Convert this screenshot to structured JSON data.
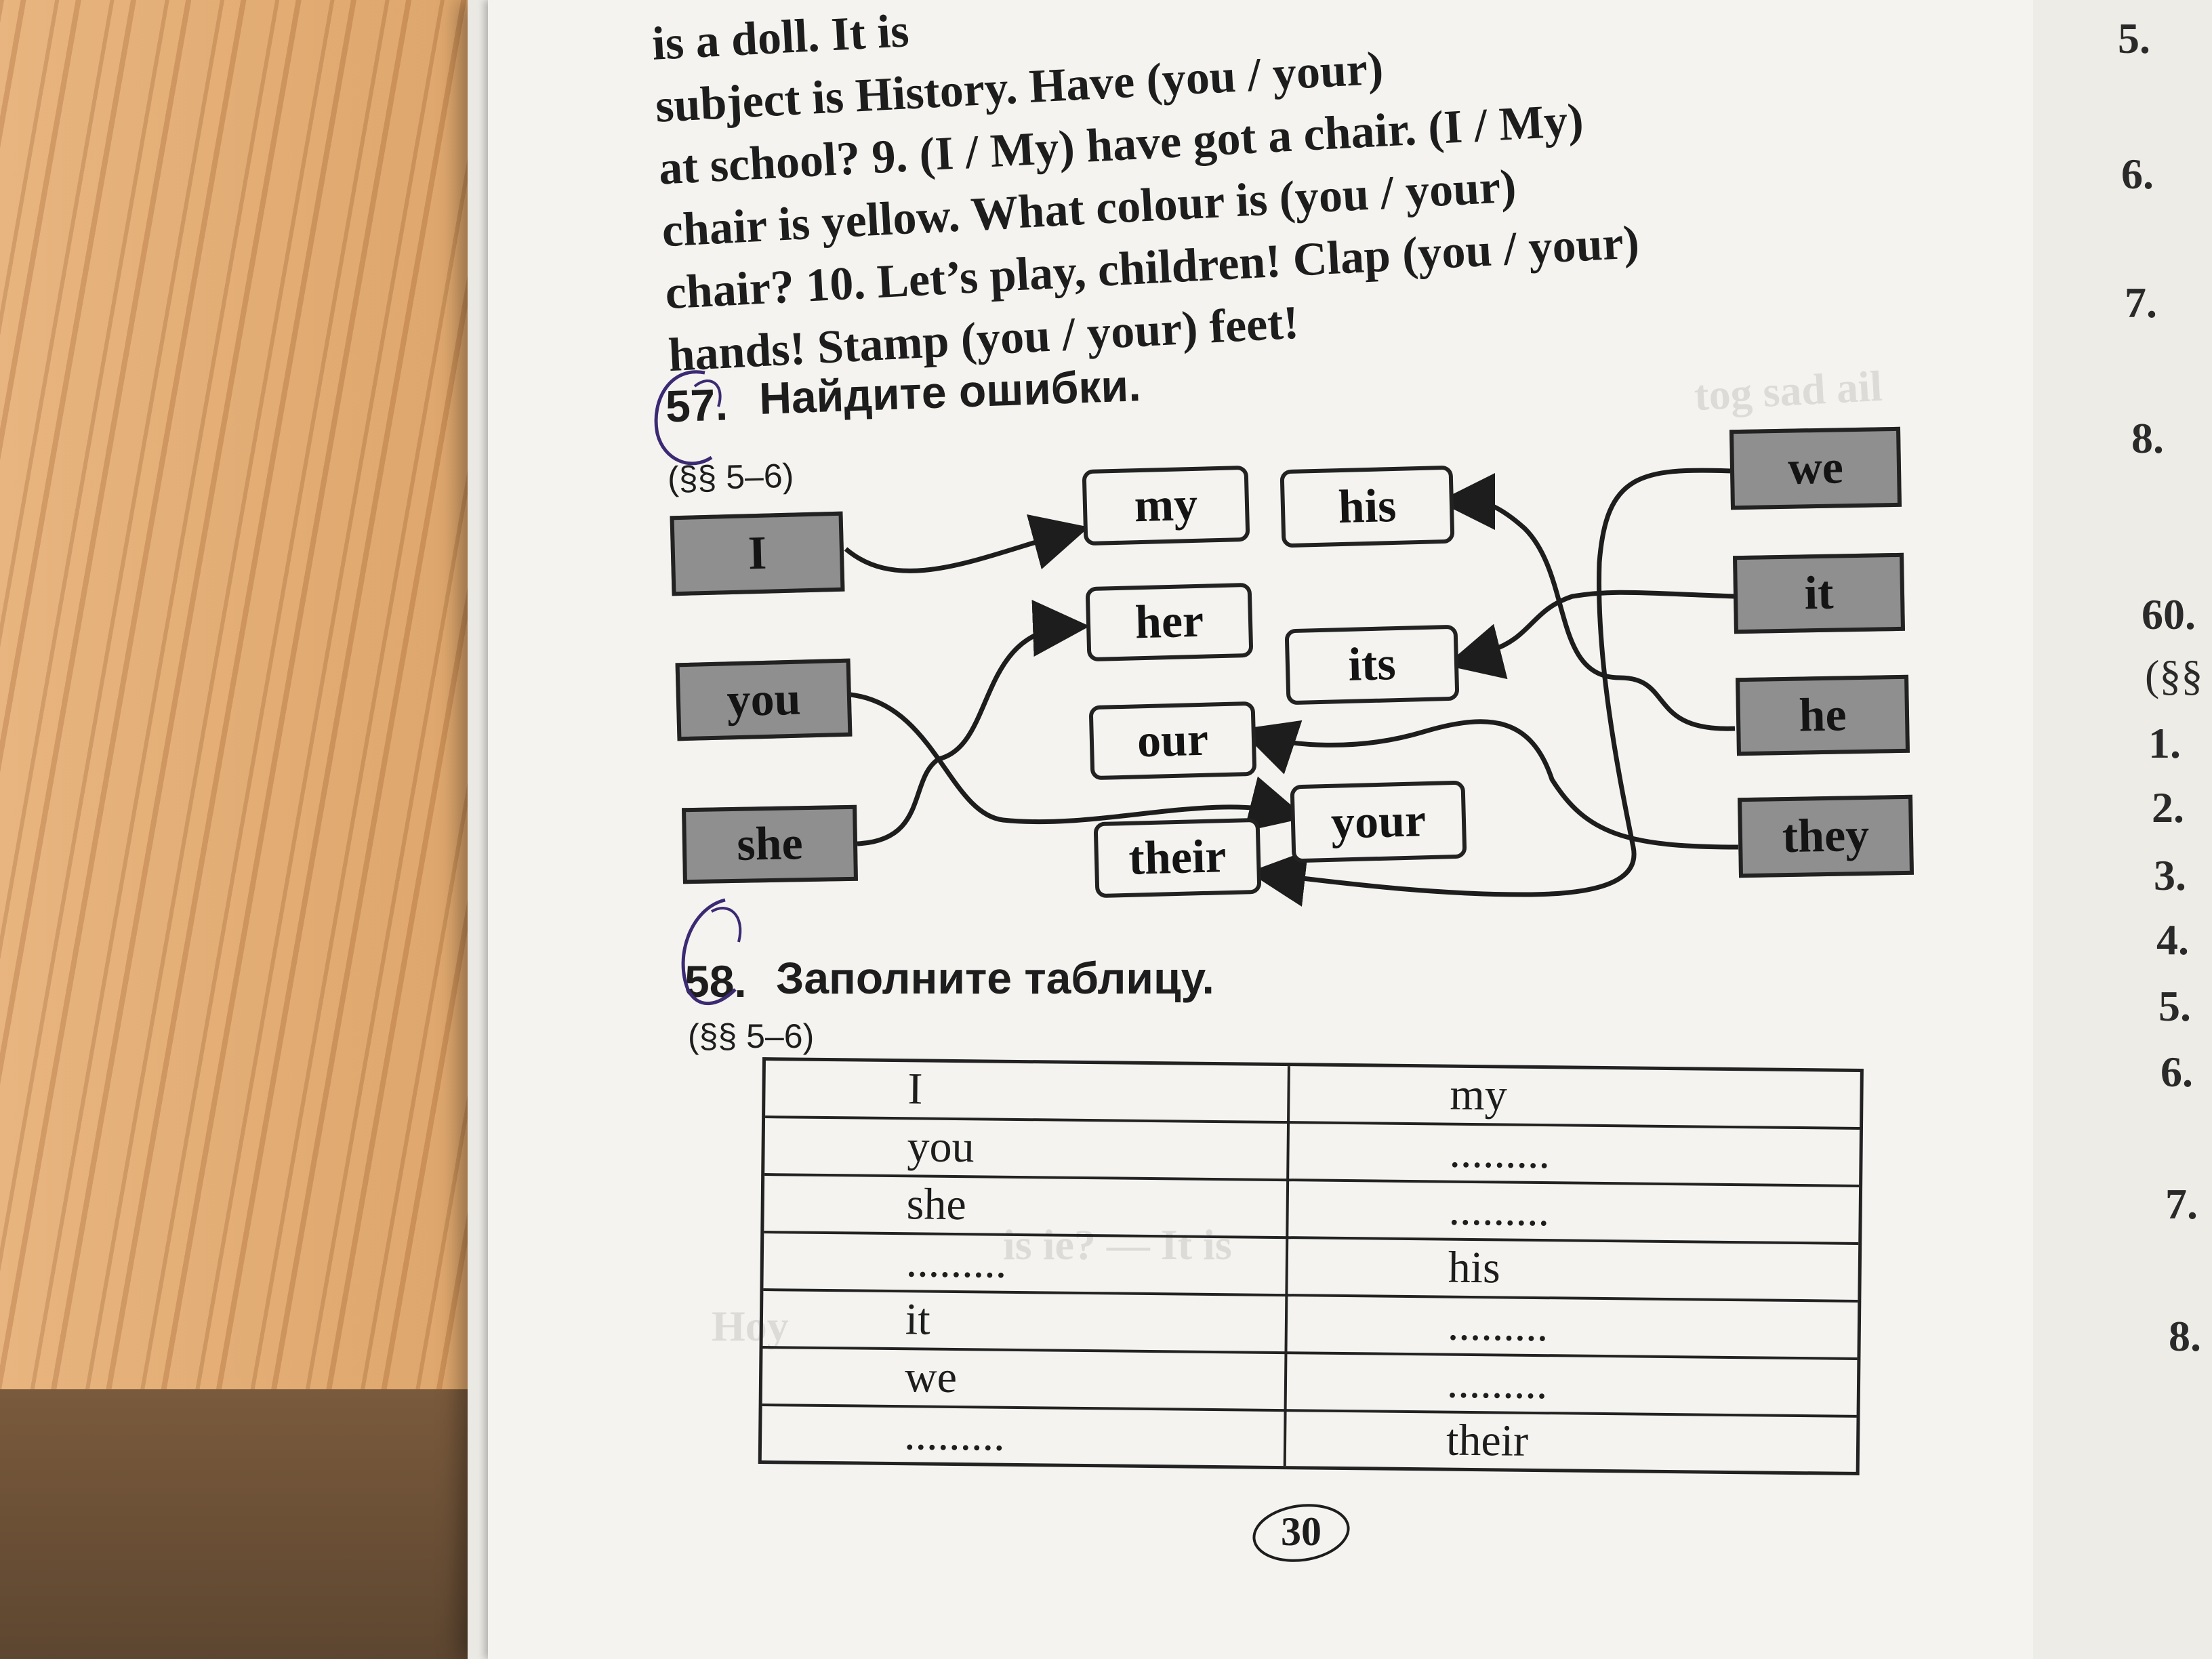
{
  "top_text": [
    "is a doll. It is",
    "subject is History. Have (you / your)",
    "at school? 9. (I / My) have got a chair. (I / My)",
    "chair is yellow. What colour is (you / your)",
    "chair? 10. Let’s play, children! Clap (you / your)",
    "hands! Stamp (you / your) feet!"
  ],
  "exercise_57": {
    "number": "57.",
    "title": "Найдите ошибки.",
    "ref": "(§§ 5–6)",
    "pronouns": [
      "I",
      "you",
      "she",
      "we",
      "it",
      "he",
      "they"
    ],
    "possessives": [
      "my",
      "her",
      "our",
      "their",
      "his",
      "its",
      "your"
    ]
  },
  "exercise_58": {
    "number": "58.",
    "title": "Заполните таблицу.",
    "ref": "(§§ 5–6)",
    "rows": [
      {
        "left": "I",
        "right": "my"
      },
      {
        "left": "you",
        "right": "........."
      },
      {
        "left": "she",
        "right": "........."
      },
      {
        "left": ".........",
        "right": "his"
      },
      {
        "left": "it",
        "right": "........."
      },
      {
        "left": "we",
        "right": "........."
      },
      {
        "left": ".........",
        "right": "their"
      }
    ]
  },
  "page_number": "30",
  "right_page_numbers": [
    "5.",
    "6.",
    "7.",
    "8.",
    "60.",
    "(§§",
    "1.",
    "2.",
    "3.",
    "4.",
    "5.",
    "6.",
    "7.",
    "8."
  ]
}
